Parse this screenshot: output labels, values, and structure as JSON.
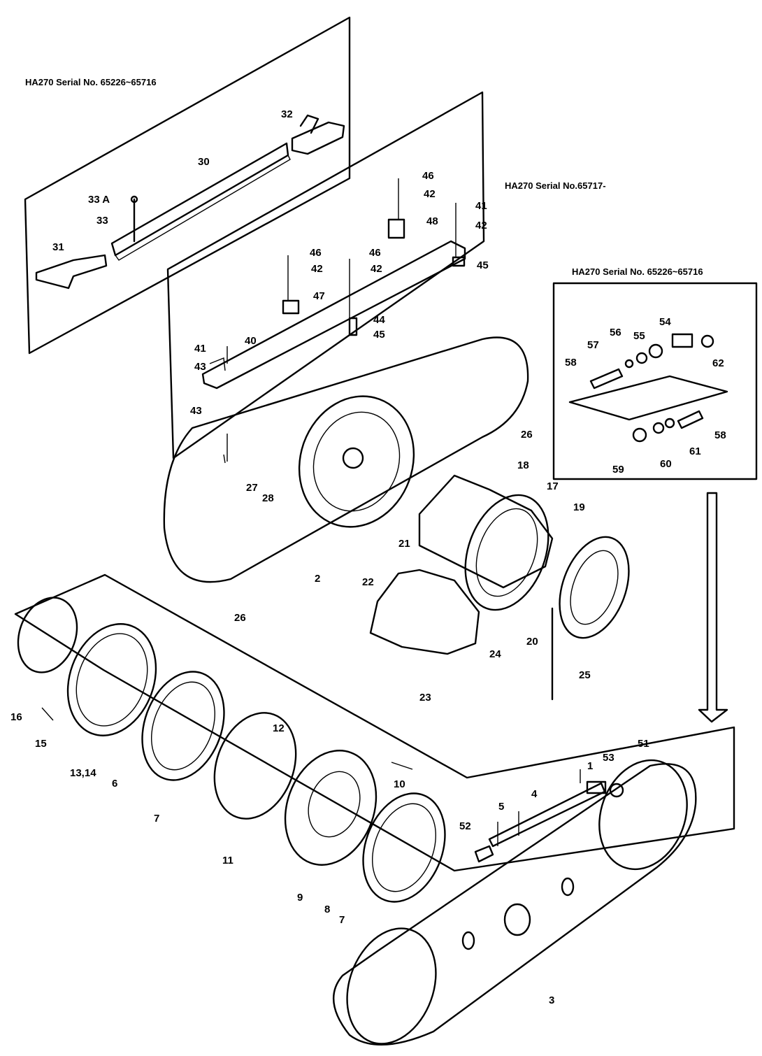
{
  "captions": {
    "top_left": "HA270 Serial No. 65226~65716",
    "upper_mid": "HA270 Serial No.65717-",
    "right_box": "HA270 Serial No. 65226~65716"
  },
  "callouts": {
    "c30": "30",
    "c31": "31",
    "c32": "32",
    "c33": "33",
    "c33a": "33 A",
    "c40": "40",
    "c41a": "41",
    "c41b": "41",
    "c42a": "42",
    "c42b": "42",
    "c42c": "42",
    "c42d": "42",
    "c43a": "43",
    "c43b": "43",
    "c44": "44",
    "c45a": "45",
    "c45b": "45",
    "c46a": "46",
    "c46b": "46",
    "c46c": "46",
    "c47": "47",
    "c48": "48",
    "c54": "54",
    "c55": "55",
    "c56": "56",
    "c57": "57",
    "c58a": "58",
    "c58b": "58",
    "c59": "59",
    "c60": "60",
    "c61": "61",
    "c62": "62",
    "c26a": "26",
    "c26b": "26",
    "c27": "27",
    "c28": "28",
    "c2": "2",
    "c17": "17",
    "c18": "18",
    "c19": "19",
    "c20": "20",
    "c21": "21",
    "c22": "22",
    "c23": "23",
    "c24": "24",
    "c25": "25",
    "c16": "16",
    "c15": "15",
    "c1314": "13,14",
    "c6": "6",
    "c7a": "7",
    "c7b": "7",
    "c11": "11",
    "c12": "12",
    "c10": "10",
    "c9": "9",
    "c8": "8",
    "c1": "1",
    "c3": "3",
    "c4": "4",
    "c5": "5",
    "c51": "51",
    "c52": "52",
    "c53": "53"
  }
}
